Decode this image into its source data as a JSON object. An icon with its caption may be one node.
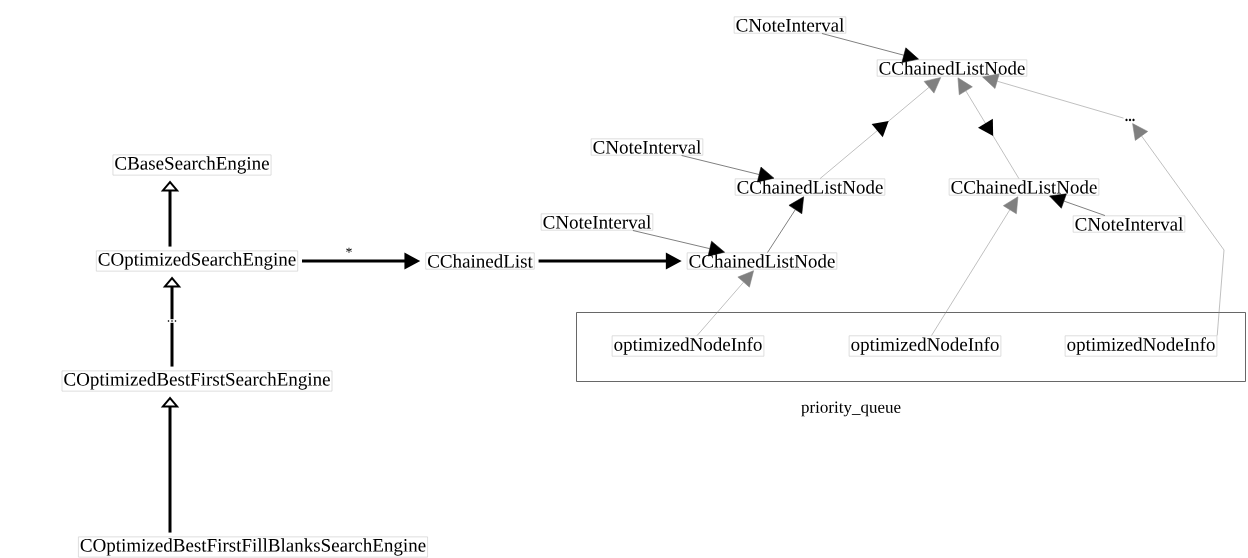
{
  "diagram": {
    "nodes": [
      {
        "text": [
          "CBaseSearchEngine"
        ]
      },
      {
        "text": [
          "COptimizedSearchEngine"
        ]
      },
      {
        "text": [
          "COptimizedBestFirstSearchEngine"
        ]
      },
      {
        "text": [
          "COptimizedBestFirstFillBlanksSearchEngine"
        ]
      },
      {
        "text": [
          "CChainedList"
        ]
      },
      {
        "text": [
          "CNoteInterval"
        ]
      },
      {
        "text": [
          "CChainedListNode"
        ]
      },
      {
        "text": [
          "CNoteInterval"
        ]
      },
      {
        "text": [
          "CChainedListNode"
        ]
      },
      {
        "text": [
          "CChainedListNode"
        ]
      },
      {
        "text": [
          "CNoteInterval"
        ]
      },
      {
        "text": [
          "CNoteInterval"
        ]
      },
      {
        "text": [
          "CChainedListNode"
        ]
      },
      {
        "text": [
          "..."
        ]
      },
      {
        "text": [
          "priority_queue"
        ]
      },
      {
        "text": [
          "optimizedNodeInfo"
        ],
        "in": 14
      },
      {
        "text": [
          "optimizedNodeInfo"
        ],
        "in": 14
      },
      {
        "text": [
          "optimizedNodeInfo"
        ],
        "in": 14
      }
    ],
    "edges": [
      {
        "from": 1,
        "to": 0,
        "arrow": "to",
        "style": "thick"
      },
      {
        "from": 2,
        "to": 1,
        "arrow": "to",
        "style": "thick",
        "label": "..."
      },
      {
        "from": 3,
        "to": 2,
        "arrow": "to",
        "style": "thick"
      },
      {
        "from": 1,
        "to": 4,
        "arrow": "to",
        "style": "thick",
        "label": "*"
      },
      {
        "from": 4,
        "to": 6,
        "arrow": "to",
        "style": "thick"
      },
      {
        "from": 5,
        "to": 6,
        "arrow": "to"
      },
      {
        "from": 6,
        "to": 8,
        "arrow": "to"
      },
      {
        "from": 7,
        "to": 8,
        "arrow": "to"
      },
      {
        "from": 8,
        "to": 12,
        "arrow": "to",
        "color": "#808080"
      },
      {
        "from": 9,
        "to": 12,
        "arrow": "to",
        "color": "#808080"
      },
      {
        "from": 10,
        "to": 9,
        "arrow": "to"
      },
      {
        "from": 11,
        "to": 12,
        "arrow": "to"
      },
      {
        "from": 15,
        "to": 6,
        "arrow": "to",
        "color": "#808080"
      },
      {
        "from": 16,
        "to": 9,
        "arrow": "to",
        "color": "#808080"
      },
      {
        "from": 17,
        "to": 13,
        "arrow": "to",
        "color": "#808080"
      },
      {
        "from": 13,
        "to": 12,
        "arrow": "to",
        "color": "#808080"
      }
    ]
  }
}
